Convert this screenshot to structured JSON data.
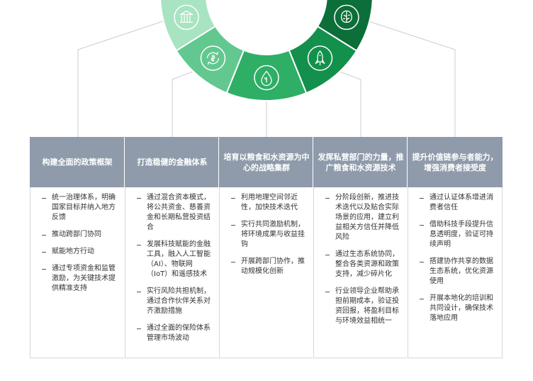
{
  "colors": {
    "header_bg": "#8f9bab",
    "segment_1": "#a8e3c2",
    "segment_2": "#62c88f",
    "segment_3": "#2fae66",
    "segment_4": "#14904d",
    "segment_5": "#0c6e38"
  },
  "icons": [
    "bank-icon",
    "recycle-dollar-icon",
    "water-leaf-icon",
    "rocket-icon",
    "brain-chip-icon"
  ],
  "columns": [
    {
      "title": "构建全面的政策框架",
      "items": [
        "统一治理体系，明确国家目标并纳入地方反馈",
        "推动跨部门协同",
        "赋能地方行动",
        "通过专项资金和监管激励，为关键技术提供精准支持"
      ]
    },
    {
      "title": "打造稳健的金融体系",
      "items": [
        "通过混合资本模式，将公共资金、慈善资金和长期私营投资结合",
        "发展科技赋能的金融工具，融入人工智能（AI）、物联网（IoT）和遥感技术",
        "实行风险共担机制，通过合作伙伴关系对齐激励措施",
        "通过全面的保险体系管理市场波动"
      ]
    },
    {
      "title": "培育以粮食和水资源为中心的战略集群",
      "items": [
        "利用地理空间邻近性，加快技术迭代",
        "实行共同激励机制，将环境成果与收益挂钩",
        "开展跨部门协作，推动规模化创新"
      ]
    },
    {
      "title": "发挥私营部门的力量，推广粮食和水资源技术",
      "items": [
        "分阶段创新，推进技术迭代以及贴合实际场景的应用，建立利益相关方信任并降低风险",
        "通过生态系统协同，整合各类资源和政策支持，减少碎片化",
        "行业领导企业帮助承担前期成本，验证投资回报，将盈利目标与环境效益相统一"
      ]
    },
    {
      "title": "提升价值链参与者能力，增强消费者接受度",
      "items": [
        "通过认证体系增进消费者信任",
        "借助科技手段提升信息透明度，验证可持续声明",
        "搭建协作共享的数据生态系统，优化资源使用",
        "开展本地化的培训和共同设计，确保技术落地应用"
      ]
    }
  ]
}
